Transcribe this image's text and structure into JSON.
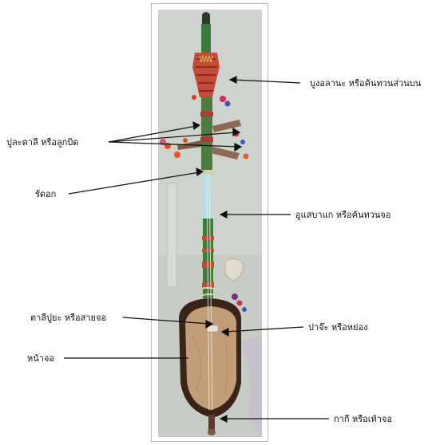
{
  "diagram": {
    "labels": {
      "top_finial": "บูงอลานะ หรือค้นทวนส่วนบน",
      "tuning_pegs": "ปูละตาลี หรือลูกบิด",
      "nut_cord": "รัดอก",
      "neck": "อูแสบาแก หรือค้นทวนจอ",
      "strings": "ตาลีปูยะ หรือสายจอ",
      "bridge": "ปาจ๊ะ หรือหย่อง",
      "face": "หน้าจอ",
      "foot": "กากี หรือเท้าจอ"
    }
  }
}
